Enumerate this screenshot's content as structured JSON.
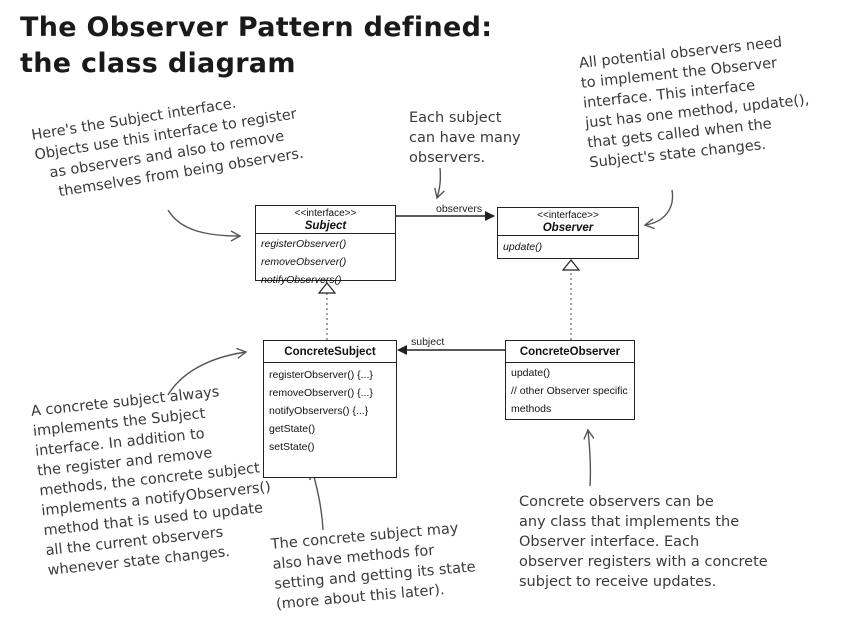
{
  "title": {
    "line1": "The Observer Pattern defined:",
    "line2": "the class diagram"
  },
  "classes": {
    "subject": {
      "stereotype": "<<interface>>",
      "name": "Subject",
      "methods": [
        "registerObserver()",
        "removeObserver()",
        "notifyObservers()"
      ]
    },
    "observer": {
      "stereotype": "<<interface>>",
      "name": "Observer",
      "methods": [
        "update()"
      ]
    },
    "concrete_subject": {
      "name": "ConcreteSubject",
      "methods": [
        "registerObserver() {...}",
        "removeObserver() {...}",
        "notifyObservers() {...}",
        "",
        "getState()",
        "setState()"
      ]
    },
    "concrete_observer": {
      "name": "ConcreteObserver",
      "methods": [
        "update()",
        "// other Observer specific",
        "methods"
      ]
    }
  },
  "edge_labels": {
    "observers": "observers",
    "subject": "subject"
  },
  "annotations": {
    "subject_interface": [
      "Here's the Subject interface.",
      "Objects use this interface to register",
      "as observers and also to remove",
      "themselves from being observers."
    ],
    "each_subject": [
      "Each subject",
      "can have many",
      "observers."
    ],
    "observer_interface": [
      "All potential observers need",
      "to implement the Observer",
      "interface. This interface",
      "just has one method, update(),",
      "that gets called when the",
      "Subject's state changes."
    ],
    "concrete_subject": [
      "A concrete subject always",
      "implements the Subject",
      "interface. In addition to",
      "the register and remove",
      "methods, the concrete subject",
      "implements a notifyObservers()",
      "method that is used to update",
      "all the current observers",
      "whenever state changes."
    ],
    "concrete_subject_methods": [
      "The concrete subject may",
      "also have methods for",
      "setting and getting its state",
      "(more about this later)."
    ],
    "concrete_observers": [
      "Concrete observers can be",
      "any class that implements the",
      "Observer interface. Each",
      "observer registers with a concrete",
      "subject to receive updates."
    ]
  },
  "colors": {
    "ink": "#222222",
    "handwriting": "#3a3a3a"
  }
}
